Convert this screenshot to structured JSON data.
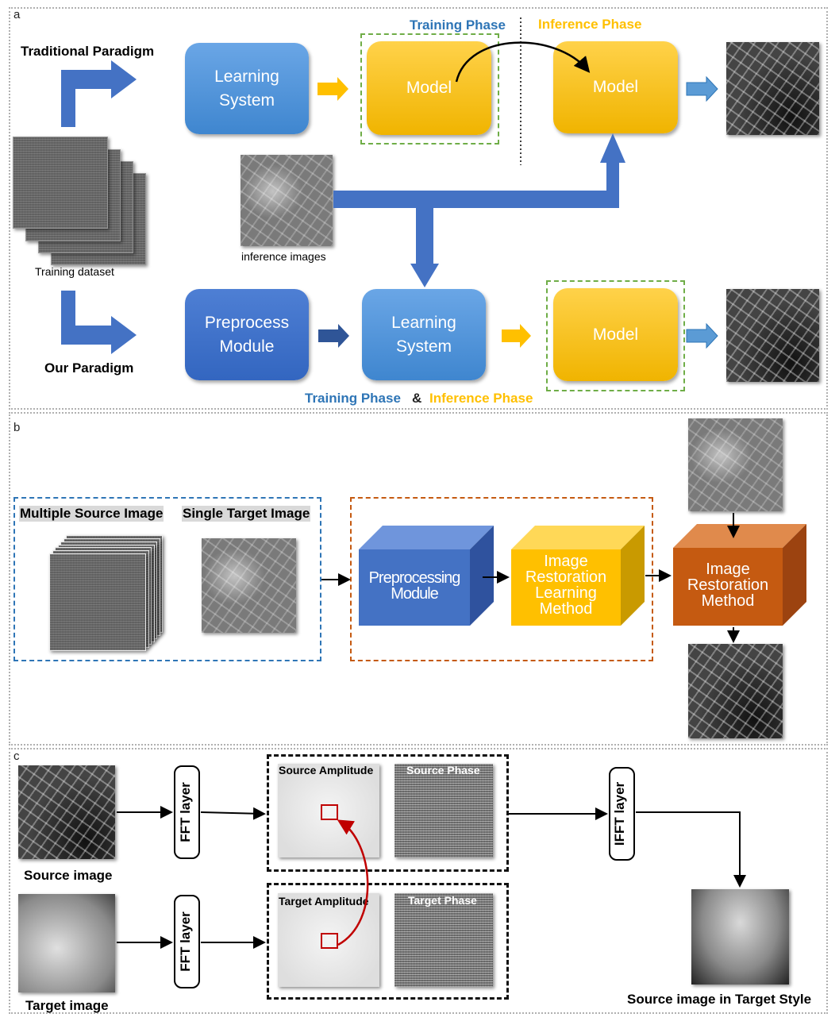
{
  "panels": {
    "a": "a",
    "b": "b",
    "c": "c"
  },
  "a": {
    "traditional_paradigm": "Traditional Paradigm",
    "our_paradigm": "Our Paradigm",
    "training_dataset": "Training dataset",
    "inference_images": "inference images",
    "learning_system": "Learning\nSystem",
    "model": "Model",
    "preprocess_module": "Preprocess\nModule",
    "training_phase": "Training Phase",
    "inference_phase": "Inference Phase",
    "ampersand": "&",
    "colors": {
      "training": "#2e75b6",
      "inference": "#ffc000"
    }
  },
  "b": {
    "multiple_source": "Multiple Source Image",
    "single_target": "Single Target Image",
    "preprocessing_module": "Preprocessing\nModule",
    "restoration_learning": "Image\nRestoration\nLearning\nMethod",
    "restoration_method": "Image\nRestoration\nMethod"
  },
  "c": {
    "source_image": "Source image",
    "target_image": "Target image",
    "fft_layer": "FFT layer",
    "ifft_layer": "IFFT layer",
    "source_amplitude": "Source  Amplitude",
    "source_phase": "Source  Phase",
    "target_amplitude": "Target  Amplitude",
    "target_phase": "Target  Phase",
    "result": "Source image in Target Style"
  }
}
